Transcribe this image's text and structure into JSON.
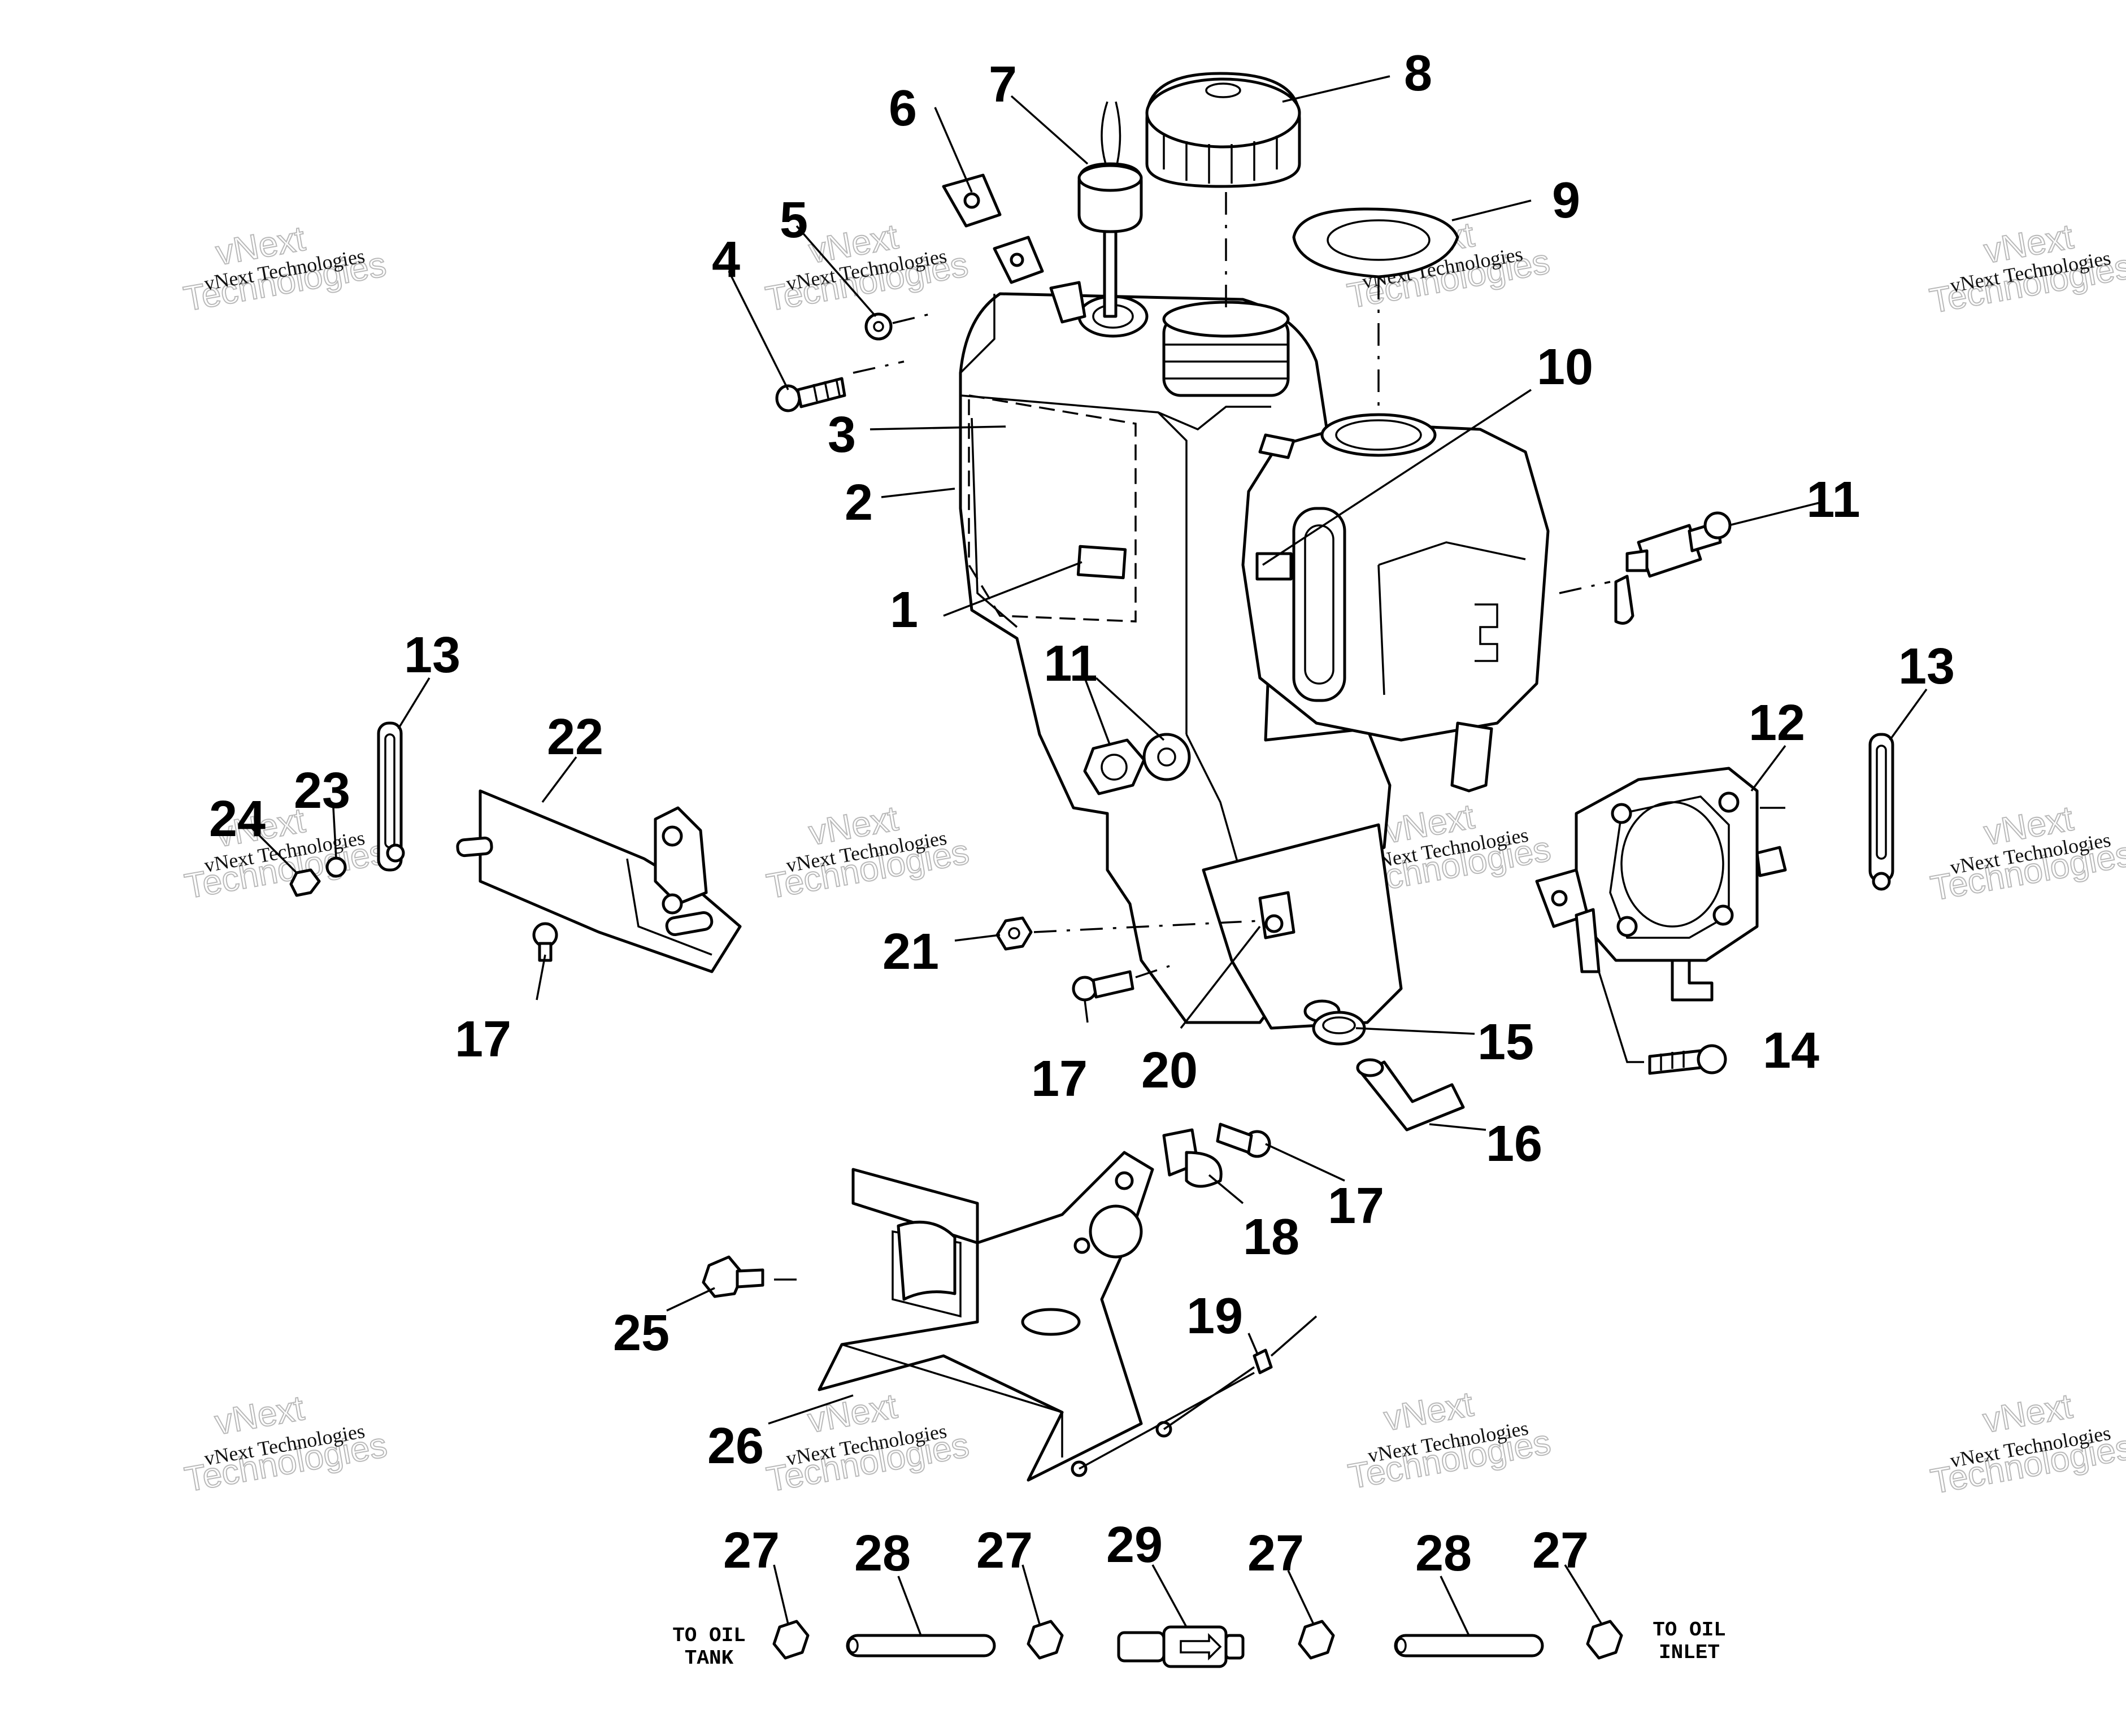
{
  "callouts": [
    "1",
    "2",
    "3",
    "4",
    "5",
    "6",
    "7",
    "8",
    "9",
    "10",
    "11",
    "11",
    "12",
    "13",
    "13",
    "14",
    "15",
    "16",
    "17",
    "17",
    "17",
    "18",
    "19",
    "20",
    "21",
    "22",
    "23",
    "24",
    "25",
    "26",
    "27",
    "27",
    "27",
    "27",
    "28",
    "28",
    "29"
  ],
  "notes": {
    "to_oil_tank_line1": "TO OIL",
    "to_oil_tank_line2": "TANK",
    "to_oil_inlet_line1": "TO OIL",
    "to_oil_inlet_line2": "INLET"
  },
  "watermark": {
    "text": "vNext Technologies",
    "big_line1": "vNext",
    "big_line2": "Technologies"
  }
}
